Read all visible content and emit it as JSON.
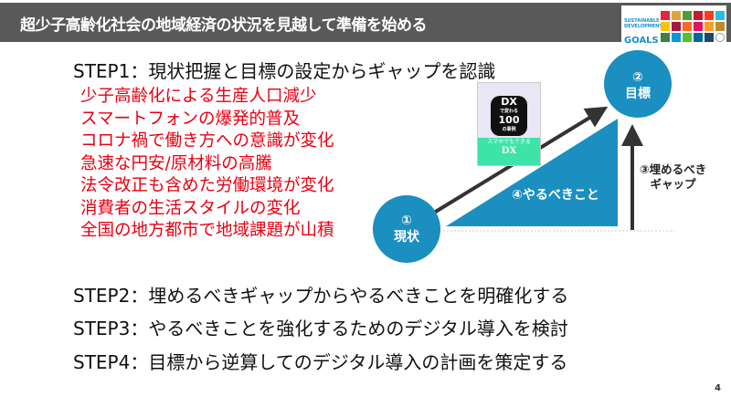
{
  "header": {
    "title": "超少子高齢化社会の地域経済の状況を見越して準備を始める",
    "logo": {
      "line1": "SUSTAINABLE",
      "line2": "DEVELOPMENT",
      "line3": "GOALS"
    }
  },
  "steps": [
    "STEP1：現状把握と目標の設定からギャップを認識",
    "STEP2：埋めるべきギャップからやるべきことを明確化する",
    "STEP3：やるべきことを強化するためのデジタル導入を検討",
    "STEP4：目標から逆算してのデジタル導入の計画を策定する"
  ],
  "issues": [
    "少子高齢化による生産人口減少",
    "スマートフォンの爆発的普及",
    "コロナ禍で働き方への意識が変化",
    "急速な円安/原材料の高騰",
    "法令改正も含めた労働環境が変化",
    "消費者の生活スタイルの変化",
    "全国の地方都市で地域課題が山積"
  ],
  "diagram": {
    "current": {
      "num": "①",
      "label": "現状"
    },
    "goal": {
      "num": "②",
      "label": "目標"
    },
    "gap": {
      "line1": "③埋めるべき",
      "line2": "ギャップ"
    },
    "todo": "④やるべきこと",
    "book": {
      "title1": "DX",
      "title2": "で変わる",
      "title3": "100",
      "title4": "の事例",
      "band1": "スマホでもできる",
      "band2": "DX"
    }
  },
  "colors": {
    "accent": "#1a8fc0",
    "header": "#595959",
    "red": "#e60012"
  },
  "page_number": "4"
}
